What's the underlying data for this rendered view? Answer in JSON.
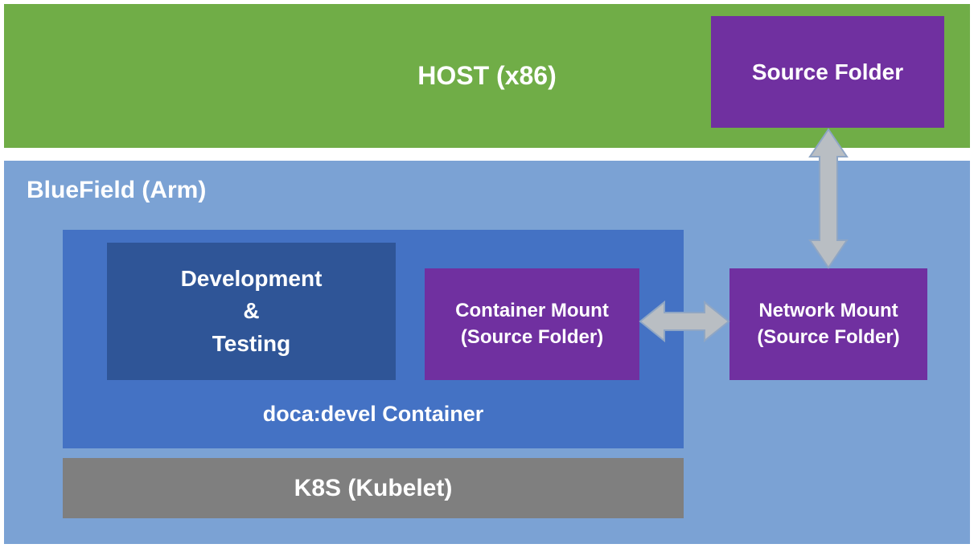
{
  "diagram": {
    "host": {
      "label": "HOST (x86)"
    },
    "source_folder": {
      "label": "Source Folder"
    },
    "bluefield": {
      "label": "BlueField (Arm)"
    },
    "doca_container": {
      "label": "doca:devel Container"
    },
    "dev_testing": {
      "lines": [
        "Development",
        "&",
        "Testing"
      ]
    },
    "container_mount": {
      "lines": [
        "Container Mount",
        "(Source Folder)"
      ]
    },
    "network_mount": {
      "lines": [
        "Network Mount",
        "(Source Folder)"
      ]
    },
    "k8s": {
      "label": "K8S (Kubelet)"
    }
  },
  "colors": {
    "host_band": "#70AD47",
    "bluefield_band": "#7BA2D4",
    "doca_container": "#4472C4",
    "dev_testing": "#2F5597",
    "purple_box": "#7030A0",
    "k8s_box": "#7F7F7F",
    "arrow_fill": "#B9BEC3",
    "arrow_stroke": "#8FA6C4",
    "text": "#FFFFFF"
  }
}
